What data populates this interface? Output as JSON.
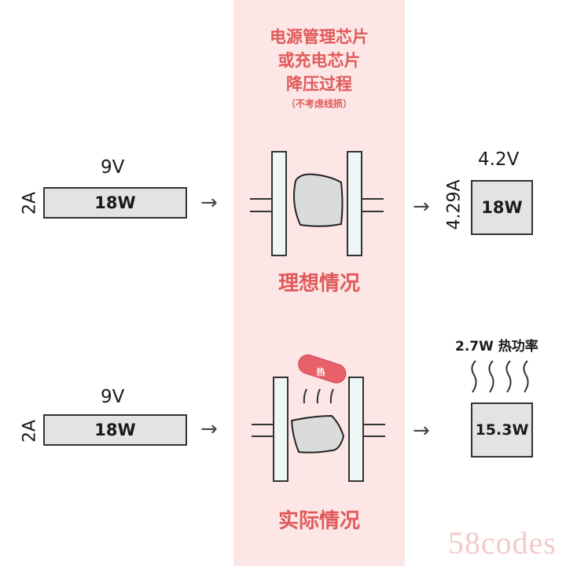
{
  "header": {
    "line1": "电源管理芯片",
    "line2": "或充电芯片",
    "line3": "降压过程",
    "note": "（不考虑线损）"
  },
  "ideal": {
    "input": {
      "voltage": "9V",
      "current": "2A",
      "power": "18W"
    },
    "output": {
      "voltage": "4.2V",
      "current": "4.29A",
      "power": "18W"
    },
    "label": "理想情况"
  },
  "actual": {
    "input": {
      "voltage": "9V",
      "current": "2A",
      "power": "18W"
    },
    "heat_badge": "热",
    "heat_loss": "2.7W 热功率",
    "output": {
      "power": "15.3W"
    },
    "label": "实际情况"
  },
  "arrow_glyph": "→",
  "colors": {
    "accent": "#e05a5a",
    "band": "#fde6e6",
    "box": "#e3e3e3",
    "badge": "#e8606a"
  },
  "watermark": "58codes"
}
